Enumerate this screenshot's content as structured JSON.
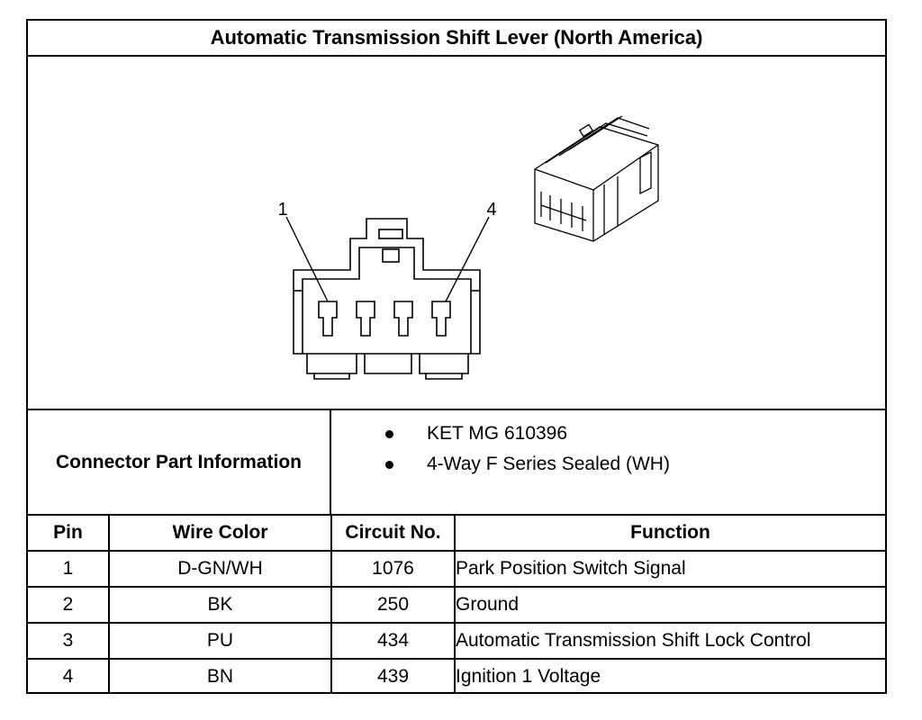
{
  "title": "Automatic Transmission Shift Lever (North America)",
  "diagram": {
    "pin_callouts": [
      "1",
      "4"
    ]
  },
  "connector_info": {
    "label": "Connector Part Information",
    "items": [
      "KET MG 610396",
      "4-Way F Series Sealed (WH)"
    ]
  },
  "table": {
    "headers": [
      "Pin",
      "Wire Color",
      "Circuit No.",
      "Function"
    ],
    "rows": [
      {
        "pin": "1",
        "wire_color": "D-GN/WH",
        "circuit": "1076",
        "function": "Park Position Switch Signal"
      },
      {
        "pin": "2",
        "wire_color": "BK",
        "circuit": "250",
        "function": "Ground"
      },
      {
        "pin": "3",
        "wire_color": "PU",
        "circuit": "434",
        "function": "Automatic Transmission Shift Lock Control"
      },
      {
        "pin": "4",
        "wire_color": "BN",
        "circuit": "439",
        "function": "Ignition 1 Voltage"
      }
    ]
  }
}
